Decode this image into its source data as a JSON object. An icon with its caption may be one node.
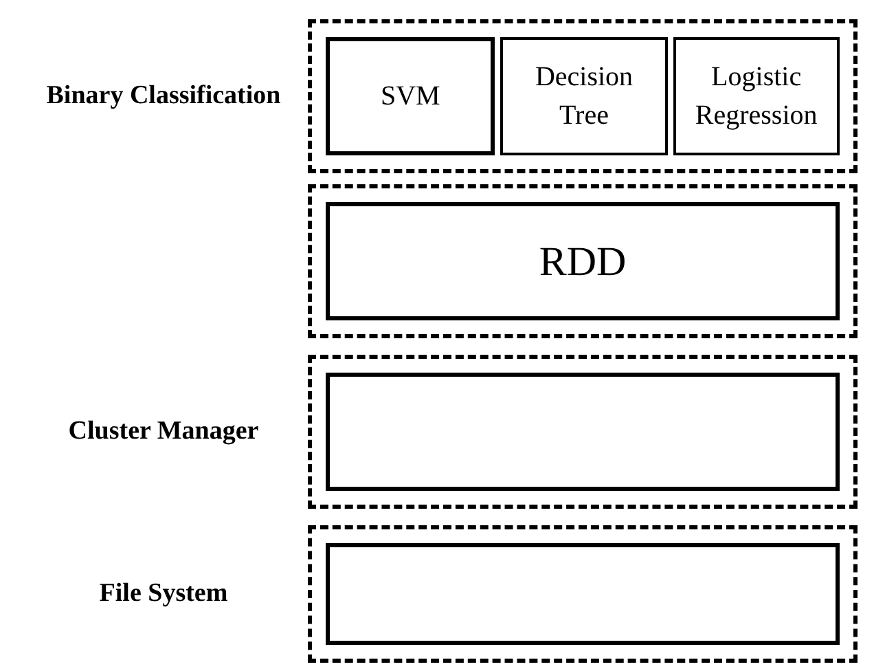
{
  "diagram": {
    "nodes": [
      {
        "text": [
          "Binary Classification"
        ]
      },
      {
        "text": [
          "SVM"
        ],
        "in": 0
      },
      {
        "text": [
          "Decision Tree"
        ],
        "in": 0
      },
      {
        "text": [
          "Logistic Regression"
        ],
        "in": 0
      },
      {
        "text": [],
        "shape": "box"
      },
      {
        "text": [
          "RDD"
        ],
        "in": 4
      },
      {
        "text": [
          "Cluster Manager"
        ]
      },
      {
        "text": [],
        "shape": "box",
        "in": 6
      },
      {
        "text": [
          "File System"
        ]
      },
      {
        "text": [],
        "shape": "box",
        "in": 8
      }
    ]
  }
}
